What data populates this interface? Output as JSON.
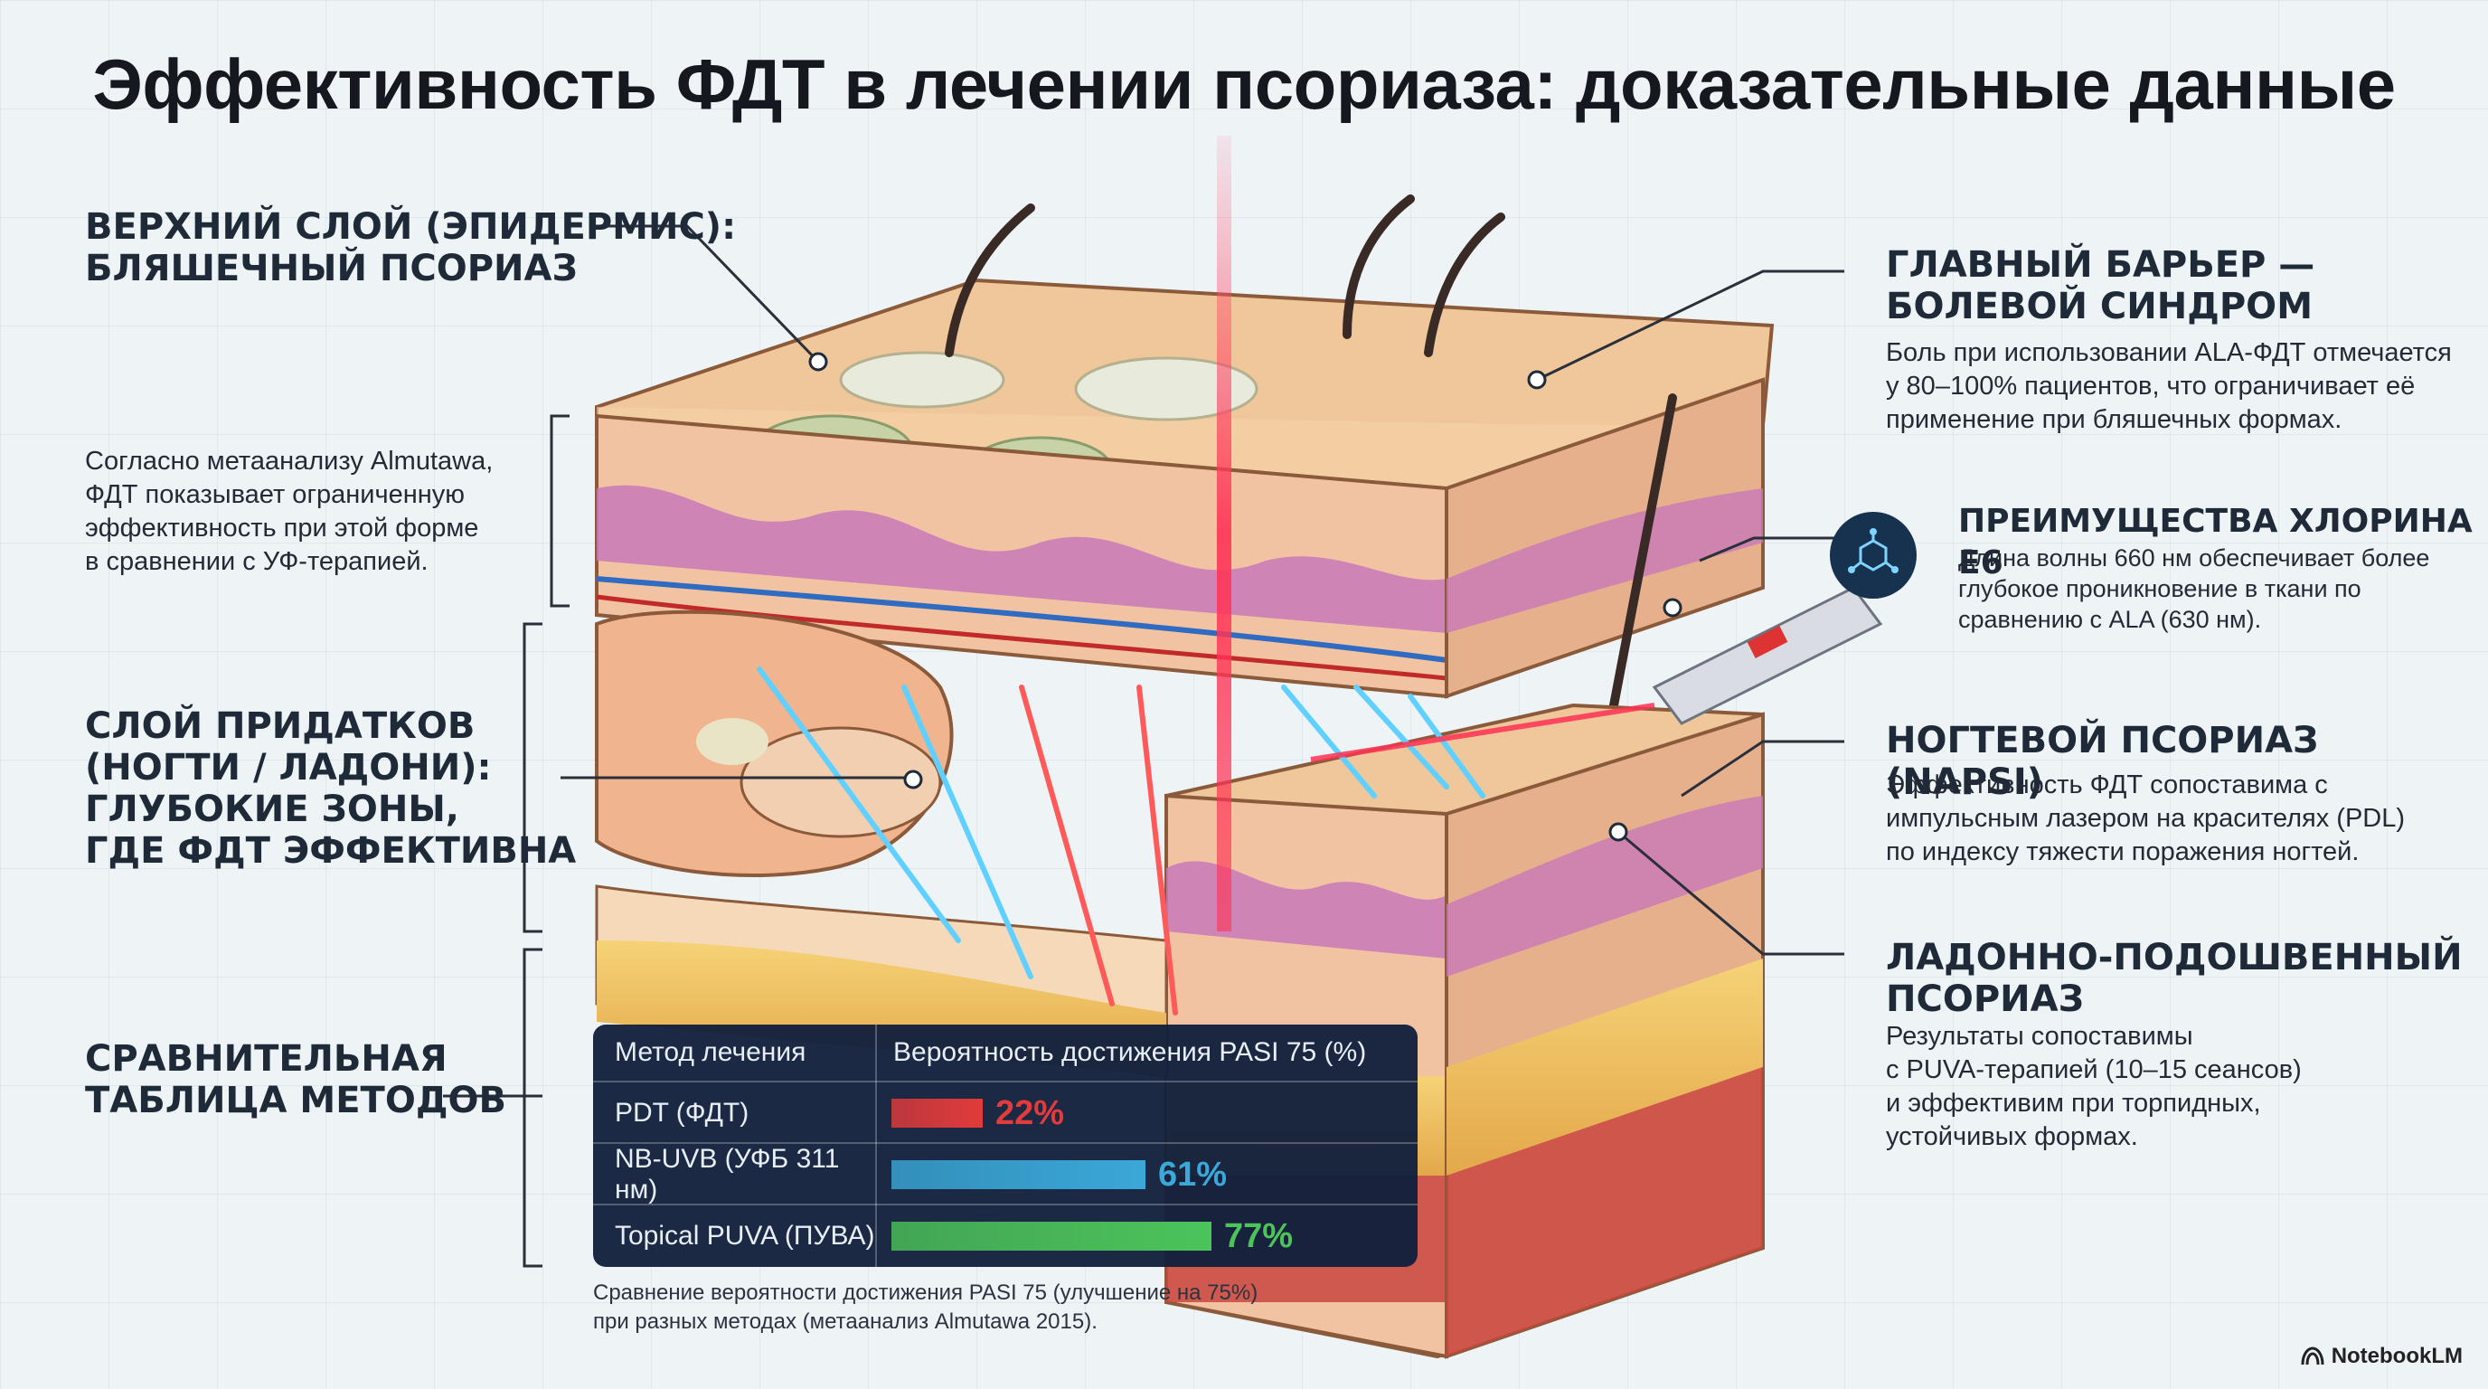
{
  "title": "Эффективность ФДТ в лечении псориаза: доказательные данные",
  "left": {
    "epidermis_heading": "ВЕРХНИЙ СЛОЙ (ЭПИДЕРМИС):\nБЛЯШЕЧНЫЙ ПСОРИАЗ",
    "epidermis_text": "Согласно метаанализу Almutawa,\nФДТ показывает ограниченную\nэффективность при этой форме\nв сравнении с УФ-терапией.",
    "appendage_heading": "СЛОЙ ПРИДАТКОВ\n(НОГТИ / ЛАДОНИ):\nГЛУБОКИЕ ЗОНЫ,\nГДЕ ФДТ ЭФФЕКТИВНА",
    "table_heading": "СРАВНИТЕЛЬНАЯ\nТАБЛИЦА МЕТОДОВ"
  },
  "right": {
    "barrier_heading": "ГЛАВНЫЙ БАРЬЕР —\nБОЛЕВОЙ СИНДРОМ",
    "barrier_text": "Боль при использовании ALA-ФДТ отмечается\nу 80–100% пациентов, что ограничивает её\nприменение при бляшечных формах.",
    "chlorin_heading": "ПРЕИМУЩЕСТВА ХЛОРИНА Е6",
    "chlorin_text": "Длина волны 660 нм обеспечивает более\nглубокое проникновение в ткани по\nсравнению с ALA (630 нм).",
    "nail_heading": "НОГТЕВОЙ ПСОРИАЗ (NAPSI)",
    "nail_text": "Эффективность ФДТ сопоставима с\nимпульсным лазером на красителях (PDL)\nпо индексу тяжести поражения ногтей.",
    "palm_heading": "ЛАДОННО-ПОДОШВЕННЫЙ\nПСОРИАЗ",
    "palm_text": "Результаты сопоставимы\nс PUVA-терапией (10–15 сеансов)\nи эффективим при торпидных,\nустойчивых формах."
  },
  "table": {
    "col_method": "Метод лечения",
    "col_prob": "Вероятность достижения PASI 75 (%)",
    "rows": [
      {
        "method": "PDT (ФДТ)",
        "value": 22,
        "label": "22%",
        "color": "#e23b3b"
      },
      {
        "method": "NB-UVB (УФБ 311 нм)",
        "value": 61,
        "label": "61%",
        "color": "#3aa8d8"
      },
      {
        "method": "Topical PUVA (ПУВА)",
        "value": 77,
        "label": "77%",
        "color": "#4cc45a"
      }
    ],
    "footnote": "Сравнение вероятности достижения PASI 75 (улучшение на 75%)\nпри разных методах (метаанализ Almutawa 2015)."
  },
  "brand": "NotebookLM",
  "icons": {
    "chlorin": "molecule-icon",
    "brand": "notebooklm-logo-icon"
  }
}
